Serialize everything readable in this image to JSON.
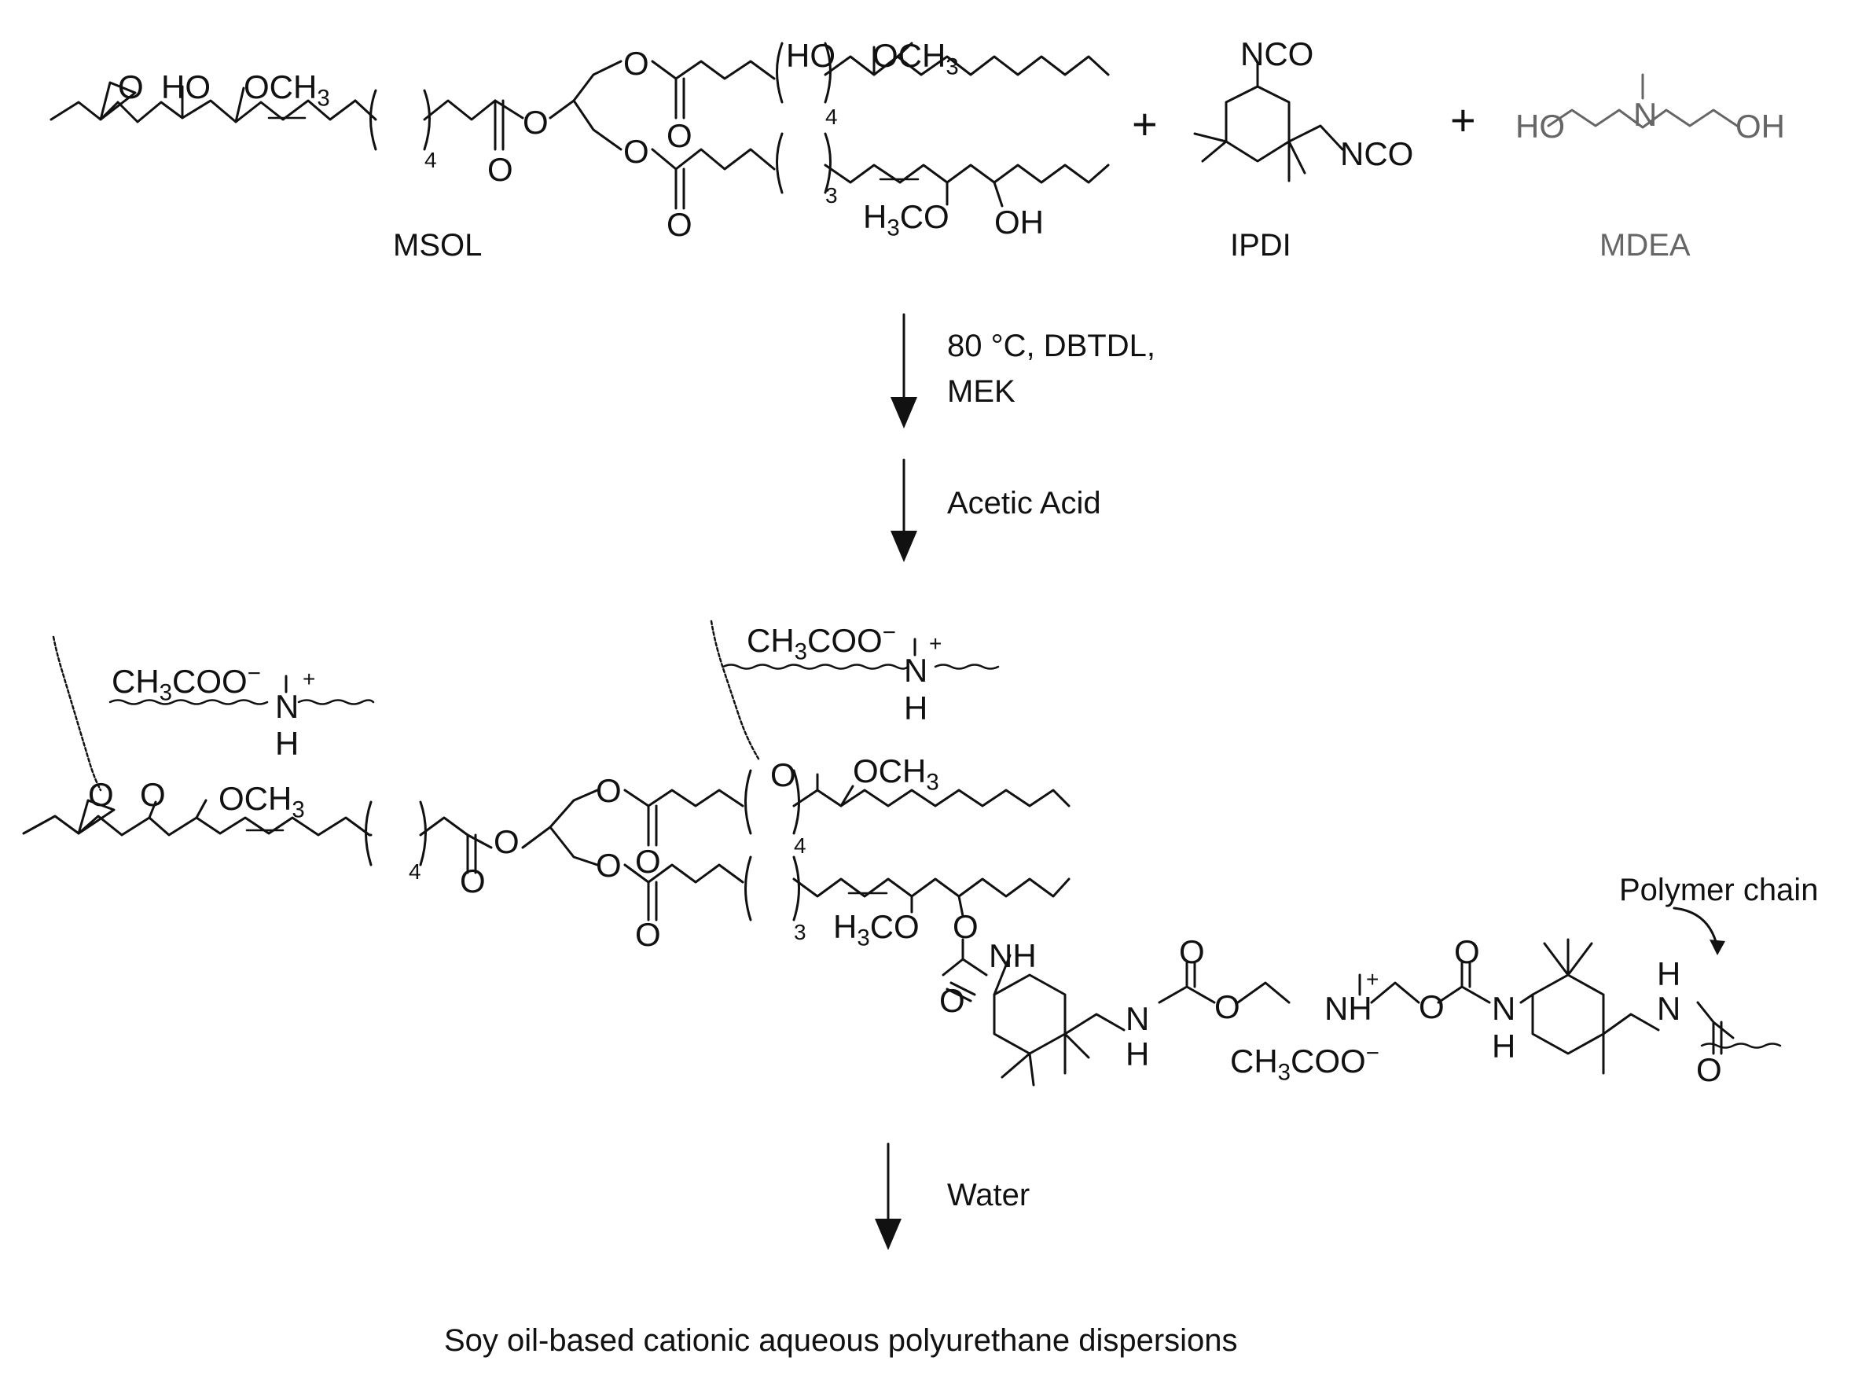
{
  "reactants": {
    "msol": {
      "name": "MSOL",
      "atoms": {
        "ho_left": "HO",
        "och3_left": "OCH3",
        "sub4_left": "4",
        "o_carbonyl_left": "O",
        "o_ester_left": "O",
        "o_epoxide": "O",
        "ho_top": "HO",
        "och3_top": "OCH3",
        "sub4_top": "4",
        "o_ester_top": "O",
        "o_carbonyl_top": "O",
        "o_ester_bottom": "O",
        "o_carbonyl_bottom": "O",
        "sub3_bottom": "3",
        "h3co_bottom": "H3CO",
        "oh_bottom": "OH"
      }
    },
    "plus_1": "+",
    "ipdi": {
      "name": "IPDI",
      "nco_top": "NCO",
      "nco_right": "NCO"
    },
    "plus_2": "+",
    "mdea": {
      "name": "MDEA",
      "ho": "HO",
      "n": "N",
      "oh": "OH"
    }
  },
  "steps": {
    "step1_line1": "80 °C, DBTDL,",
    "step1_line2": "MEK",
    "step2": "Acetic Acid",
    "step3": "Water"
  },
  "product_structure": {
    "acetate_left": "CH3COO−",
    "n_left": "N",
    "h_left": "H",
    "plus_left": "+",
    "acetate_top": "CH3COO−",
    "n_top": "N",
    "h_top": "H",
    "plus_top": "+",
    "o_epoxide": "O",
    "o_link_left": "O",
    "och3_left": "OCH3",
    "sub4_left": "4",
    "o_carbonyl_left": "O",
    "o_ester_left": "O",
    "o_link_top": "O",
    "och3_top": "OCH3",
    "sub4_top": "4",
    "o_ester_top": "O",
    "o_carbonyl_top": "O",
    "o_ester_bottom": "O",
    "o_carbonyl_bottom": "O",
    "sub3_bottom": "3",
    "h3co_bottom": "H3CO",
    "o_urethane": "O",
    "o_carbamate_1": "O",
    "nh_1": "NH",
    "nh_2": "N",
    "h_2": "H",
    "o_carbonyl_2": "O",
    "o_ester_2": "O",
    "nh_plus": "NH",
    "plus_mid": "+",
    "acetate_bottom": "CH3COO−",
    "o_ester_3": "O",
    "o_carbonyl_3": "O",
    "n_3": "N",
    "h_3": "H",
    "n_4": "N",
    "h_4": "H",
    "o_carbonyl_4": "O",
    "polymer_chain": "Polymer chain"
  },
  "final_product": "Soy oil-based cationic aqueous polyurethane dispersions"
}
